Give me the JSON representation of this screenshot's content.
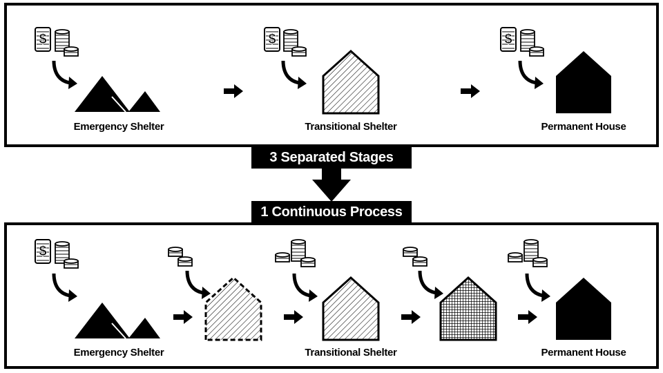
{
  "top_panel": {
    "stages": [
      {
        "label": "Emergency Shelter"
      },
      {
        "label": "Transitional Shelter"
      },
      {
        "label": "Permanent House"
      }
    ]
  },
  "banners": {
    "separated": "3 Separated Stages",
    "continuous": "1 Continuous Process"
  },
  "bottom_panel": {
    "labels": [
      {
        "label": "Emergency Shelter"
      },
      {
        "label": "Transitional Shelter"
      },
      {
        "label": "Permanent House"
      }
    ]
  },
  "icons": {
    "money": "money-stack-icon",
    "coins": "coin-stack-icon",
    "curved_arrow": "curved-arrow-icon",
    "arrow": "right-arrow-icon",
    "tents": "emergency-tent-icon",
    "house_outline": "house-outline-icon",
    "house_hatched": "hatched-house-icon",
    "house_grid": "grid-house-icon",
    "house_solid": "solid-house-icon",
    "down_arrow": "down-arrow-icon"
  },
  "colors": {
    "ink": "#000000",
    "paper": "#ffffff"
  }
}
